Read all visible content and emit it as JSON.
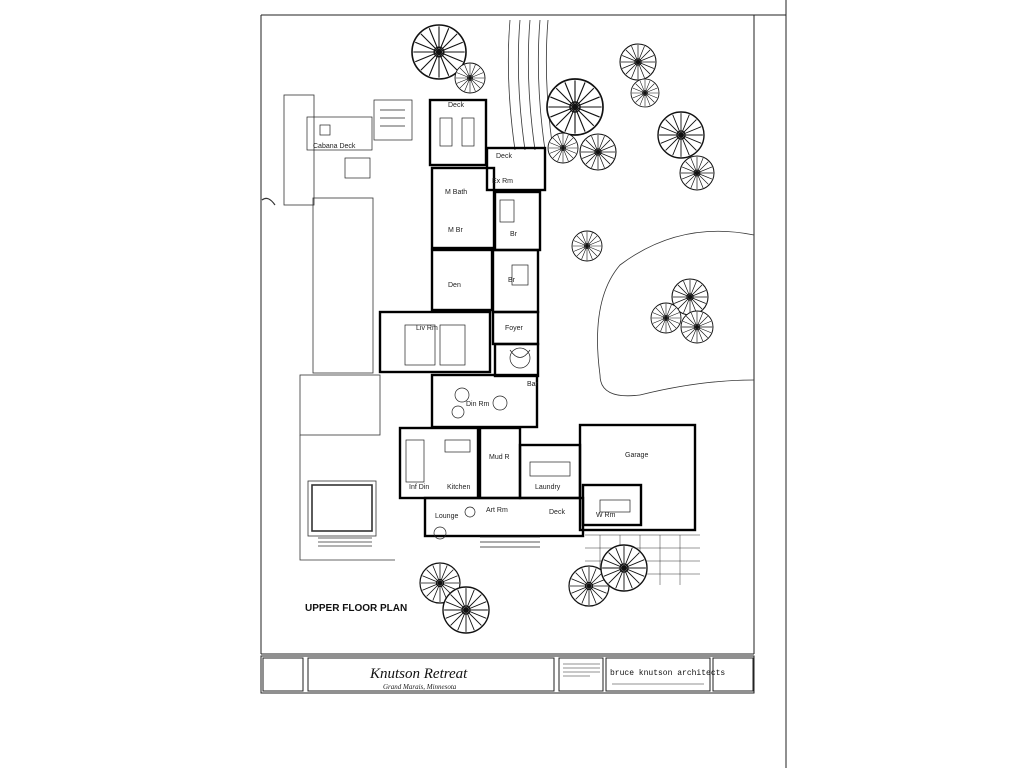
{
  "drawing": {
    "plan_title": "UPPER FLOOR PLAN",
    "rooms": {
      "deck_top": "Deck",
      "cabana_deck": "Cabana Deck",
      "deck_mid": "Deck",
      "m_bath": "M Bath",
      "ex_rm": "Ex Rm",
      "m_br": "M Br",
      "br1": "Br",
      "den": "Den",
      "br2": "Br",
      "liv_rm": "Liv Rm",
      "foyer": "Foyer",
      "bar": "Bar",
      "din_rm": "Din Rm",
      "mud_rm": "Mud R",
      "garage": "Garage",
      "inf_din": "Inf Din",
      "kitchen": "Kitchen",
      "laundry": "Laundry",
      "lounge": "Lounge",
      "art_rm": "Art Rm",
      "deck_bottom": "Deck",
      "w_rm": "W Rm"
    }
  },
  "title_block": {
    "project": "Knutson Retreat",
    "location": "Grand Marais, Minnesota",
    "firm": "bruce knutson architects"
  },
  "colors": {
    "ink": "#111111",
    "paper": "#ffffff",
    "wall": "#000000"
  }
}
